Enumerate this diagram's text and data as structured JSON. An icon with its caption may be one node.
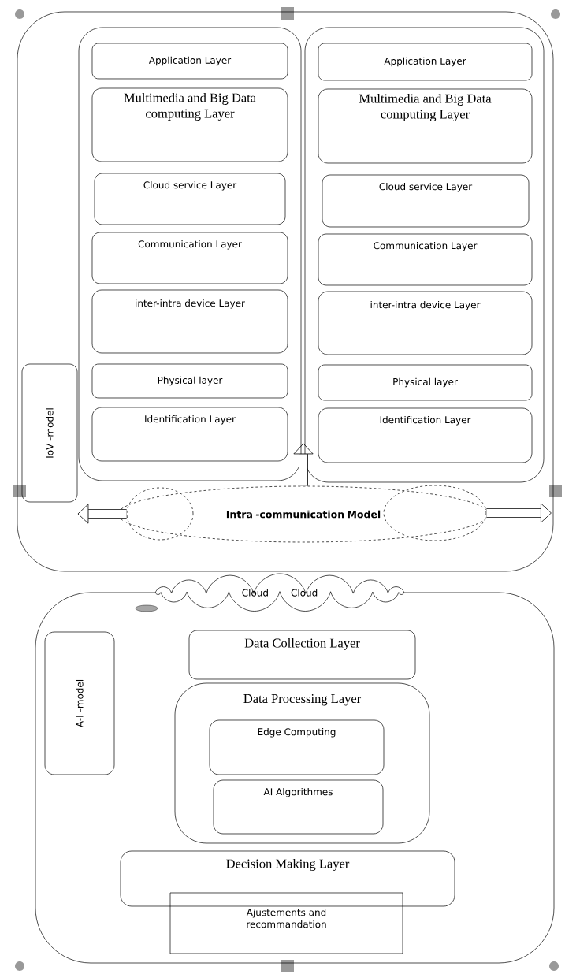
{
  "diagram": {
    "nodes": [
      {
        "text": [],
        "shape": "box"
      },
      {
        "text": [],
        "shape": "box",
        "in": 0
      },
      {
        "text": [
          "Application Layer"
        ],
        "in": 1
      },
      {
        "text": [
          "Multimedia and Big Data computing Layer"
        ],
        "in": 1
      },
      {
        "text": [
          "Cloud service Layer"
        ],
        "in": 1
      },
      {
        "text": [
          "Communication Layer"
        ],
        "in": 1
      },
      {
        "text": [
          "inter-intra device Layer"
        ],
        "in": 1
      },
      {
        "text": [
          "Physical layer"
        ],
        "in": 1
      },
      {
        "text": [
          "Identification Layer"
        ],
        "in": 1
      },
      {
        "text": [],
        "shape": "box",
        "in": 0
      },
      {
        "text": [
          "Application Layer"
        ],
        "in": 9
      },
      {
        "text": [
          "Multimedia and Big Data computing Layer"
        ],
        "in": 9
      },
      {
        "text": [
          "Cloud service Layer"
        ],
        "in": 9
      },
      {
        "text": [
          "Communication Layer"
        ],
        "in": 9
      },
      {
        "text": [
          "inter-intra device Layer"
        ],
        "in": 9
      },
      {
        "text": [
          "Physical layer"
        ],
        "in": 9
      },
      {
        "text": [
          "Identification Layer"
        ],
        "in": 9
      },
      {
        "text": [
          "IoV -model"
        ],
        "in": 0
      },
      {
        "text": [
          "Intra -communication Model"
        ],
        "in": 0
      },
      {
        "text": [],
        "shape": "circle",
        "in": 18
      },
      {
        "text": [],
        "shape": "circle",
        "in": 18
      },
      {
        "text": [
          "Cloud",
          "Cloud"
        ]
      },
      {
        "text": [],
        "shape": "box"
      },
      {
        "text": [
          "A-I -model"
        ],
        "in": 22
      },
      {
        "text": [
          "Data Collection Layer"
        ],
        "in": 22
      },
      {
        "text": [
          "Data Processing Layer"
        ],
        "in": 22
      },
      {
        "text": [
          "Edge Computing"
        ],
        "in": 25
      },
      {
        "text": [
          "AI Algorithmes"
        ],
        "in": 25
      },
      {
        "text": [
          "Decision Making Layer"
        ],
        "in": 22
      },
      {
        "text": [
          "Ajustements and recommandation"
        ],
        "in": 22
      }
    ],
    "edges": [
      {
        "from": 18,
        "to": 9,
        "arrow": "to"
      },
      {
        "from": 19,
        "to": 17,
        "arrow": "to"
      },
      {
        "from": 20,
        "to": null,
        "arrow": "to"
      }
    ]
  }
}
